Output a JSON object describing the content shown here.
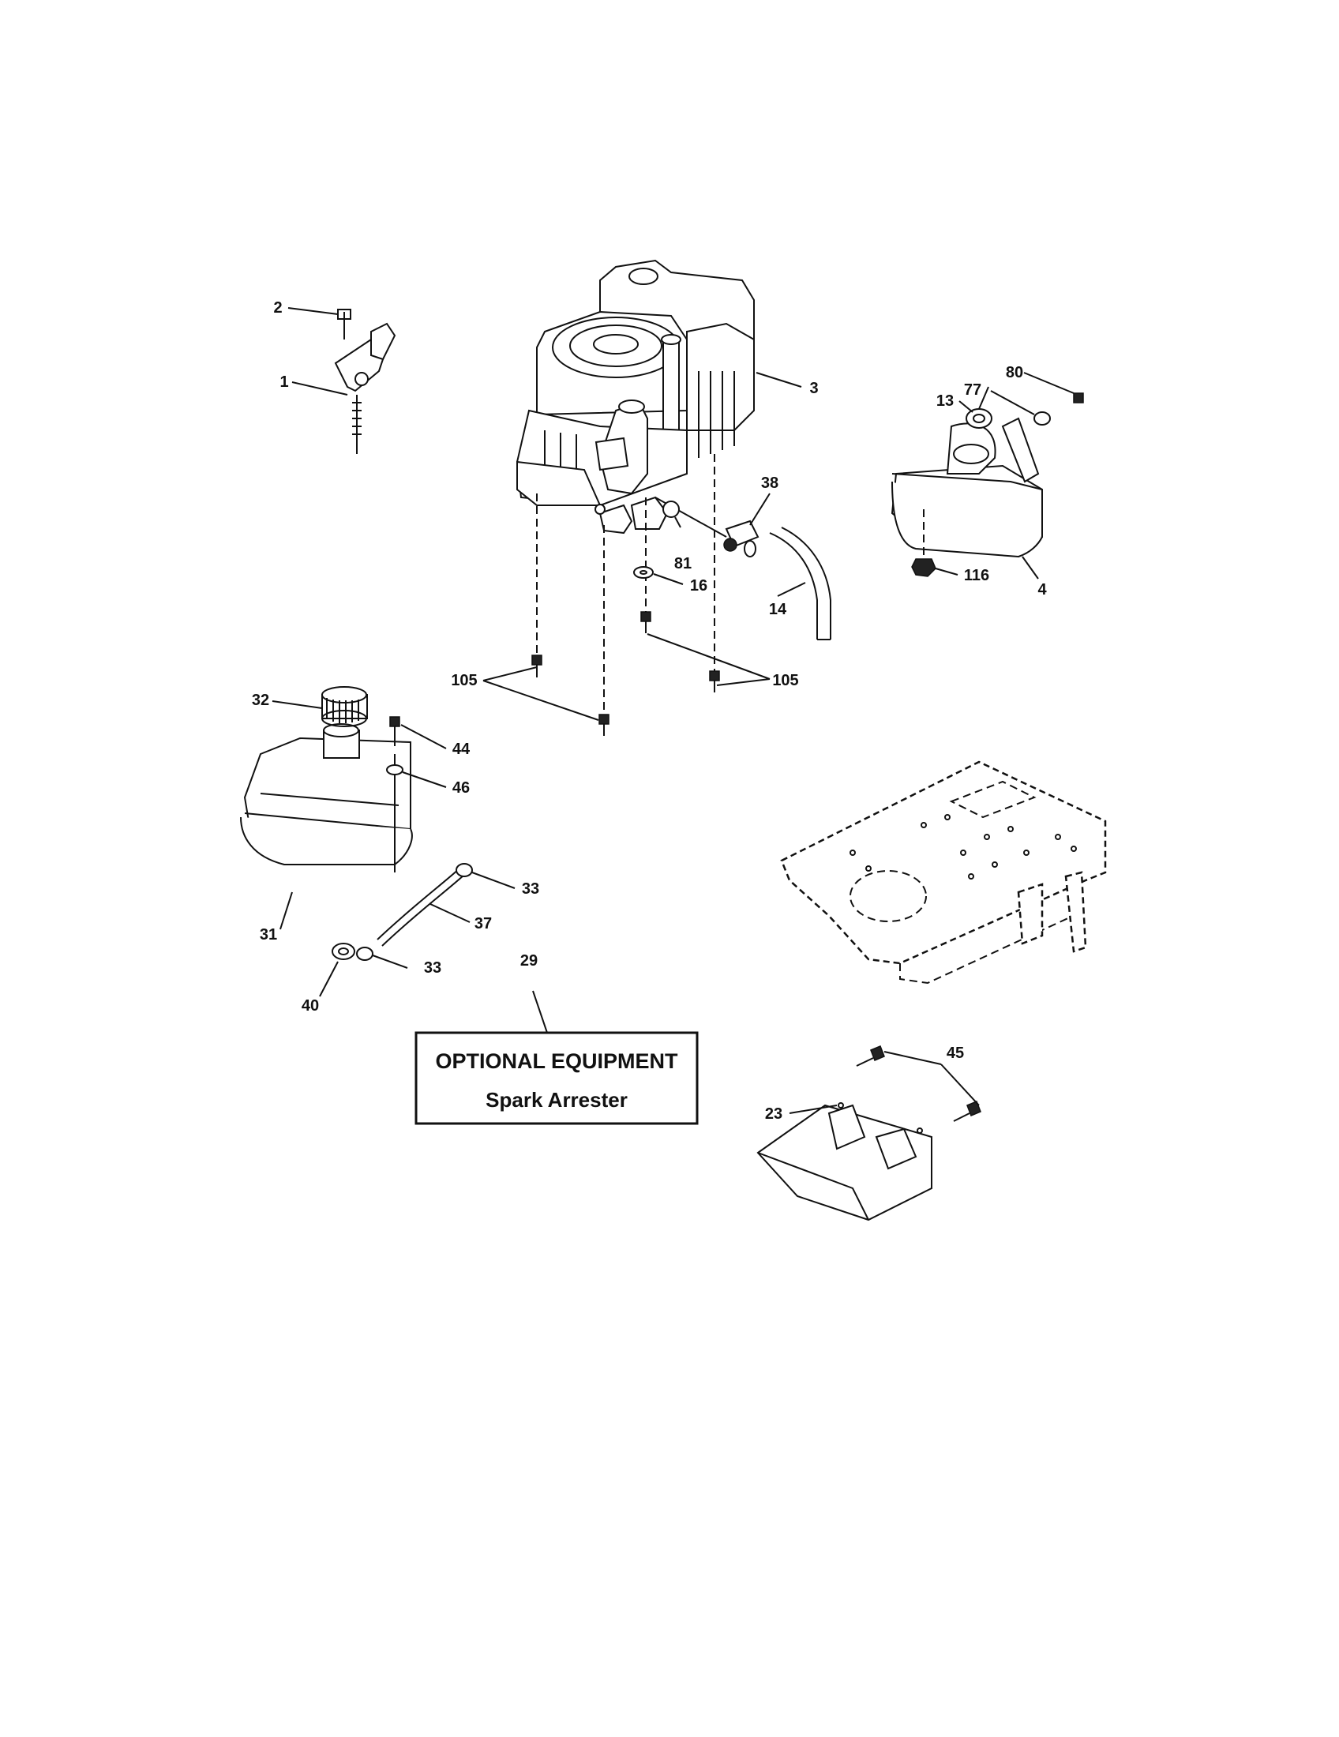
{
  "labels": {
    "l1": "1",
    "l2": "2",
    "l3": "3",
    "l4": "4",
    "l13": "13",
    "l14": "14",
    "l16": "16",
    "l23": "23",
    "l29": "29",
    "l31": "31",
    "l32": "32",
    "l33a": "33",
    "l33b": "33",
    "l37": "37",
    "l38": "38",
    "l40": "40",
    "l44": "44",
    "l45": "45",
    "l46": "46",
    "l77": "77",
    "l80": "80",
    "l81": "81",
    "l105a": "105",
    "l105b": "105",
    "l116": "116"
  },
  "optional_box": {
    "title": "OPTIONAL EQUIPMENT",
    "subtitle": "Spark Arrester"
  }
}
